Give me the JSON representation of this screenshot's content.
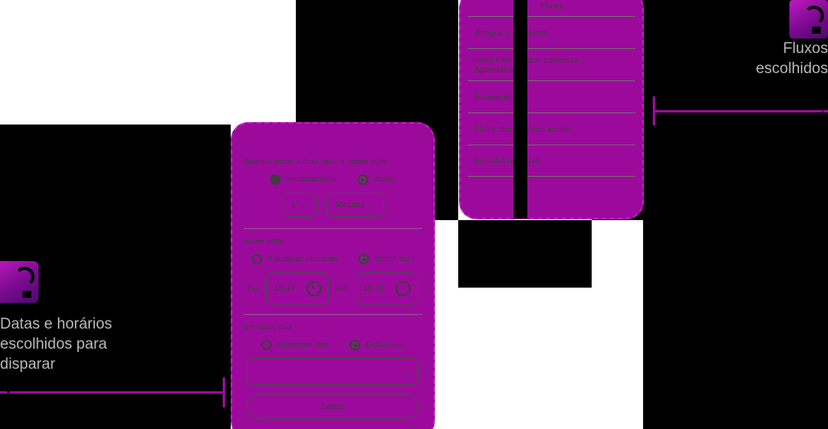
{
  "flows_panel": {
    "header": "Fluxo",
    "rows": [
      {
        "label": "Amigos e parceiros"
      },
      {
        "label": "Lead Frio - Iniciar conversa - Agendamento"
      },
      {
        "label": "Saudação"
      },
      {
        "label": "Fluxo atendimento inicial"
      },
      {
        "label": "Escolha um fluxo"
      }
    ]
  },
  "schedule_panel": {
    "start_section": {
      "label": "Quando iniciar o fluxo após a última ação",
      "options": [
        {
          "label": "Imediatamente",
          "state": "filled"
        },
        {
          "label": "Atraso",
          "state": "selected"
        }
      ],
      "amount_select": {
        "value": "1",
        "chevron": "⌄"
      },
      "unit_select": {
        "value": "Minutos",
        "chevron": "⌄"
      }
    },
    "between_section": {
      "label": "Iniciar entre",
      "options": [
        {
          "label": "A qualquer momento",
          "state": "empty"
        },
        {
          "label": "Definir hora",
          "state": "selected"
        }
      ],
      "from_label": "De:",
      "from_value": "16:44",
      "to_label": "Até:",
      "to_value": "16:49"
    },
    "days_section": {
      "label": "Em quais dias",
      "options": [
        {
          "label": "Quaisquer dias",
          "state": "empty"
        },
        {
          "label": "Definir dias",
          "state": "selected"
        }
      ],
      "days_select": {
        "value": "",
        "chevron": "⌄"
      }
    },
    "save_label": "Salvar"
  },
  "callouts": {
    "right": {
      "line1": "Fluxos",
      "line2": "escolhidos"
    },
    "left": {
      "line1": "Datas e horários",
      "line2": "escolhidos para",
      "line3": "disparar"
    }
  },
  "colors": {
    "highlight": "#9c0a9c",
    "dashed_border": "#c020c0",
    "mask": "#000000",
    "callout_text": "#b9b9b9",
    "form_text": "#3d3d3d"
  }
}
